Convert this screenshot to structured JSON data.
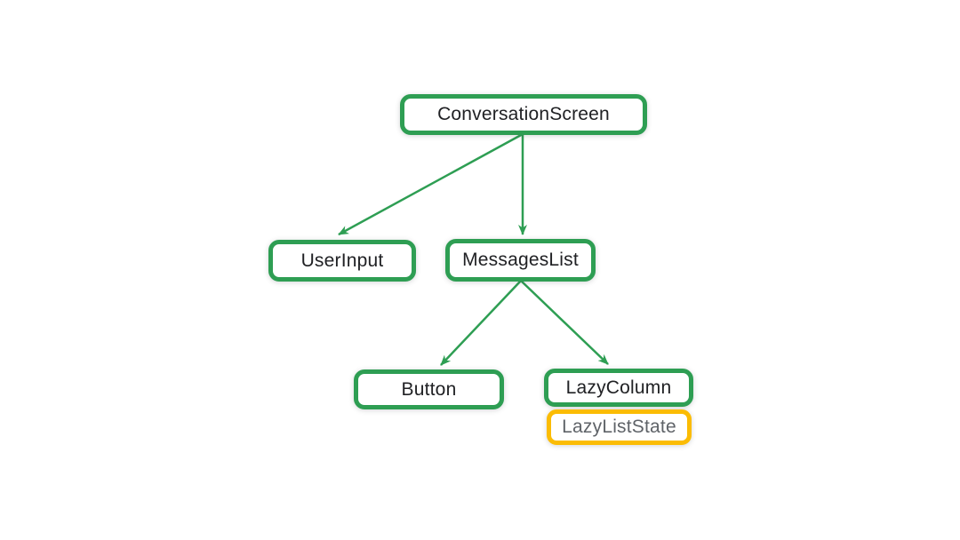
{
  "diagram": {
    "nodes": [
      {
        "id": "conversation-screen",
        "label": "ConversationScreen",
        "kind": "composable"
      },
      {
        "id": "user-input",
        "label": "UserInput",
        "kind": "composable"
      },
      {
        "id": "messages-list",
        "label": "MessagesList",
        "kind": "composable"
      },
      {
        "id": "button",
        "label": "Button",
        "kind": "composable"
      },
      {
        "id": "lazy-column",
        "label": "LazyColumn",
        "kind": "composable"
      },
      {
        "id": "lazy-list-state",
        "label": "LazyListState",
        "kind": "state"
      }
    ],
    "edges": [
      {
        "from": "ConversationScreen",
        "to": "UserInput"
      },
      {
        "from": "ConversationScreen",
        "to": "MessagesList"
      },
      {
        "from": "MessagesList",
        "to": "Button"
      },
      {
        "from": "MessagesList",
        "to": "LazyColumn"
      }
    ]
  },
  "colors": {
    "composable-border": "#2E9E53",
    "state-border": "#FBBC04",
    "arrow": "#2E9E53",
    "composable-text": "#202124",
    "state-text": "#5F6368",
    "background": "#FFFFFF"
  }
}
